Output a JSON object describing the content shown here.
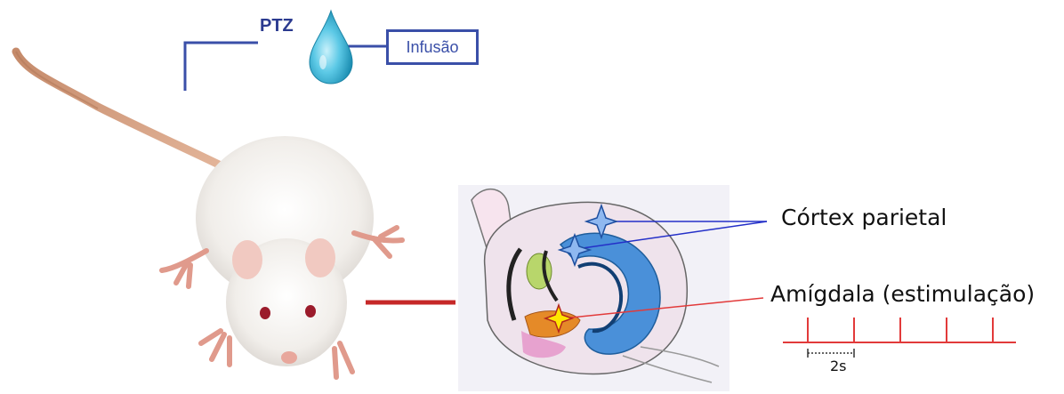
{
  "labels": {
    "drug": "PTZ",
    "infusion": "Infusão",
    "cortex": "Córtex parietal",
    "amygdala": "Amígdala (estimulação)",
    "interval": "2s"
  },
  "stimulation": {
    "pulses": 5
  },
  "colors": {
    "infusion_line": "#3a4fa8",
    "drop": "#35b4d6",
    "stim_line": "#e23a3a",
    "connector": "#c62828",
    "cortex_marker": "#8fb8f0",
    "amygdala_marker": "#ffe600",
    "hippocampus": "#4a90d9"
  }
}
